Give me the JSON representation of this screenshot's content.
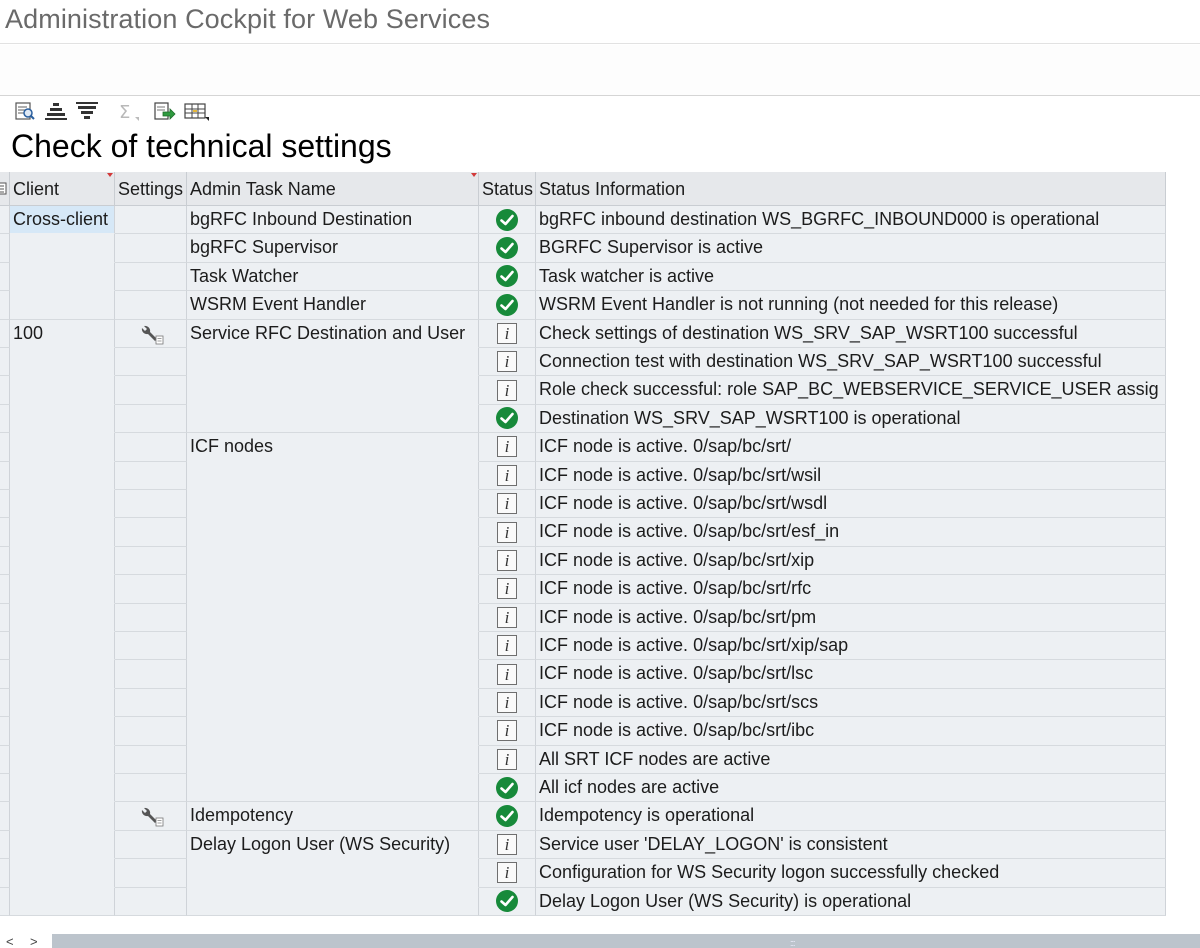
{
  "window": {
    "title": "Administration Cockpit for Web Services"
  },
  "list": {
    "title": "Check of technical settings"
  },
  "toolbar": {
    "buttons": [
      {
        "icon": "details-icon"
      },
      {
        "icon": "sort-ascending-icon"
      },
      {
        "icon": "sort-descending-icon"
      },
      {
        "icon": "sum-icon",
        "disabled": true
      },
      {
        "icon": "export-icon"
      },
      {
        "icon": "layout-icon"
      }
    ]
  },
  "columns": {
    "client": "Client",
    "settings": "Settings",
    "task": "Admin Task Name",
    "status": "Status",
    "info": "Status Information"
  },
  "rows": [
    {
      "client": "Cross-client",
      "task": "bgRFC Inbound Destination",
      "status": "ok",
      "info": "bgRFC inbound destination WS_BGRFC_INBOUND000 is operational"
    },
    {
      "client": "",
      "task": "bgRFC Supervisor",
      "status": "ok",
      "info": "BGRFC Supervisor is active"
    },
    {
      "client": "",
      "task": "Task Watcher",
      "status": "ok",
      "info": "Task watcher is active"
    },
    {
      "client": "",
      "task": "WSRM Event Handler",
      "status": "ok",
      "info": "WSRM Event Handler is not running (not needed for this release)"
    },
    {
      "client": "100",
      "settings": "wrench-icon",
      "task": "Service RFC Destination and User",
      "status": "info",
      "info": "Check settings of destination WS_SRV_SAP_WSRT100 successful"
    },
    {
      "client": "",
      "task": "",
      "status": "info",
      "info": "Connection test with destination WS_SRV_SAP_WSRT100 successful"
    },
    {
      "client": "",
      "task": "",
      "status": "info",
      "info": "Role check successful: role SAP_BC_WEBSERVICE_SERVICE_USER assig"
    },
    {
      "client": "",
      "task": "",
      "status": "ok",
      "info": "Destination WS_SRV_SAP_WSRT100 is operational"
    },
    {
      "client": "",
      "task": "ICF nodes",
      "status": "info",
      "info": "ICF node is active. 0/sap/bc/srt/"
    },
    {
      "client": "",
      "task": "",
      "status": "info",
      "info": "ICF node is active. 0/sap/bc/srt/wsil"
    },
    {
      "client": "",
      "task": "",
      "status": "info",
      "info": "ICF node is active. 0/sap/bc/srt/wsdl"
    },
    {
      "client": "",
      "task": "",
      "status": "info",
      "info": "ICF node is active. 0/sap/bc/srt/esf_in"
    },
    {
      "client": "",
      "task": "",
      "status": "info",
      "info": "ICF node is active. 0/sap/bc/srt/xip"
    },
    {
      "client": "",
      "task": "",
      "status": "info",
      "info": "ICF node is active. 0/sap/bc/srt/rfc"
    },
    {
      "client": "",
      "task": "",
      "status": "info",
      "info": "ICF node is active. 0/sap/bc/srt/pm"
    },
    {
      "client": "",
      "task": "",
      "status": "info",
      "info": "ICF node is active. 0/sap/bc/srt/xip/sap"
    },
    {
      "client": "",
      "task": "",
      "status": "info",
      "info": "ICF node is active. 0/sap/bc/srt/lsc"
    },
    {
      "client": "",
      "task": "",
      "status": "info",
      "info": "ICF node is active. 0/sap/bc/srt/scs"
    },
    {
      "client": "",
      "task": "",
      "status": "info",
      "info": "ICF node is active. 0/sap/bc/srt/ibc"
    },
    {
      "client": "",
      "task": "",
      "status": "info",
      "info": "All SRT ICF nodes are active"
    },
    {
      "client": "",
      "task": "",
      "status": "ok",
      "info": "All icf nodes are active"
    },
    {
      "client": "",
      "settings": "wrench-icon",
      "task": "Idempotency",
      "status": "ok",
      "info": "Idempotency is operational"
    },
    {
      "client": "",
      "task": "Delay Logon User (WS Security)",
      "status": "info",
      "info": "Service user 'DELAY_LOGON' is consistent"
    },
    {
      "client": "",
      "task": "",
      "status": "info",
      "info": "Configuration for WS Security logon successfully checked"
    },
    {
      "client": "",
      "task": "",
      "status": "ok",
      "info": "Delay Logon User (WS Security) is operational"
    }
  ],
  "status_icons": {
    "ok": "check-circle-icon",
    "info": "info-icon"
  },
  "colors": {
    "ok": "#178a3a",
    "selection": "#d6e8f7",
    "grid": "#edf0f3"
  },
  "scrollbar": {
    "left": "<",
    "right": ">"
  }
}
